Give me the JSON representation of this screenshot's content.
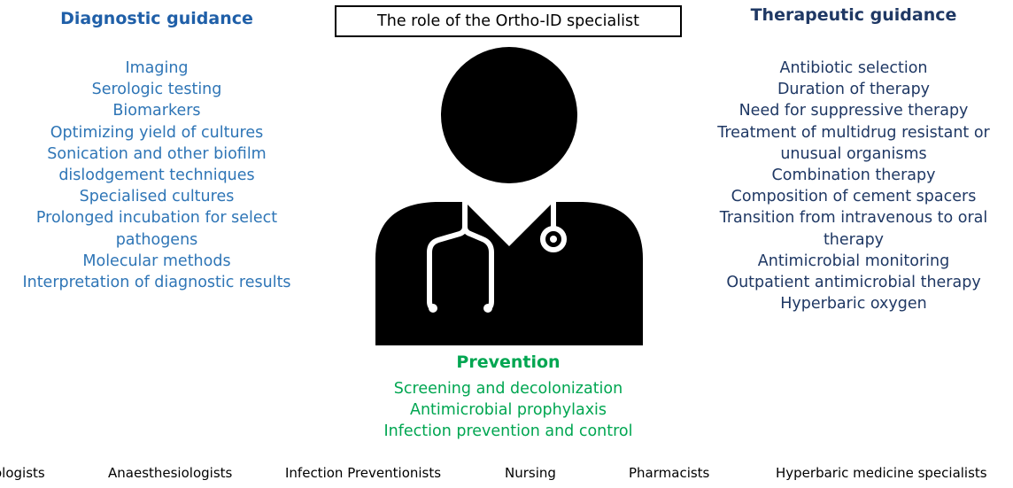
{
  "title": "The role of the Ortho-ID specialist",
  "diagnostic": {
    "heading": "Diagnostic guidance",
    "items": [
      "Imaging",
      "Serologic testing",
      "Biomarkers",
      "Optimizing yield of cultures",
      "Sonication and other biofilm",
      "dislodgement techniques",
      "Specialised cultures",
      "Prolonged incubation for select",
      "pathogens",
      "Molecular methods",
      "Interpretation of diagnostic results"
    ]
  },
  "therapeutic": {
    "heading": "Therapeutic guidance",
    "items": [
      "Antibiotic selection",
      "Duration of therapy",
      "Need for suppressive therapy",
      "Treatment of multidrug resistant or",
      "unusual organisms",
      "Combination therapy",
      "Composition of cement spacers",
      "Transition from intravenous to oral",
      "therapy",
      "Antimicrobial monitoring",
      "Outpatient antimicrobial therapy",
      "Hyperbaric oxygen"
    ]
  },
  "prevention": {
    "heading": "Prevention",
    "items": [
      "Screening and decolonization",
      "Antimicrobial prophylaxis",
      "Infection prevention and control"
    ]
  },
  "footer": {
    "items": [
      "ologists",
      "Anaesthesiologists",
      "Infection Preventionists",
      "Nursing",
      "Pharmacists",
      "Hyperbaric medicine specialists"
    ]
  },
  "icon": "doctor-with-stethoscope-icon",
  "colors": {
    "diagnostic_heading": "#1f5fa8",
    "diagnostic_text": "#2e75b6",
    "therapeutic": "#1f3864",
    "prevention": "#00a651",
    "icon": "#000000"
  }
}
